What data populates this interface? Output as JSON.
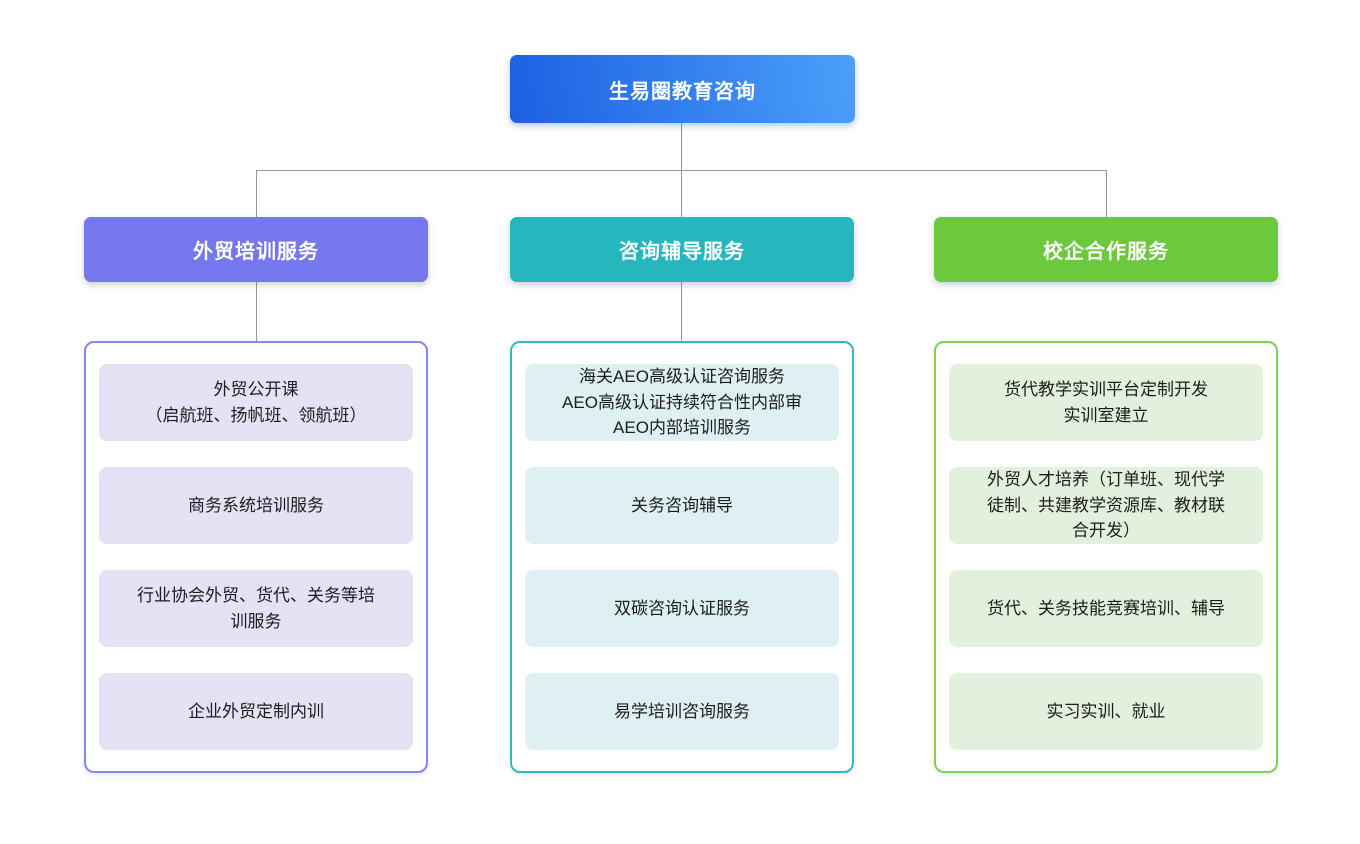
{
  "root": {
    "label": "生易圈教育咨询",
    "gradient_from": "#1d5fe2",
    "gradient_to": "#4aa0fa"
  },
  "connector_color": "#8d9aa6",
  "branches": [
    {
      "label": "外贸培训服务",
      "header_color": "#7577ee",
      "border_color": "#8486f2",
      "item_bg": "#e5e2f6",
      "items": [
        "外贸公开课\n（启航班、扬帆班、领航班）",
        "商务系统培训服务",
        "行业协会外贸、货代、关务等培\n训服务",
        "企业外贸定制内训"
      ]
    },
    {
      "label": "咨询辅导服务",
      "header_color": "#26b6bd",
      "border_color": "#2fbac2",
      "item_bg": "#def0f2",
      "items": [
        "海关AEO高级认证咨询服务\nAEO高级认证持续符合性内部审\nAEO内部培训服务",
        "关务咨询辅导",
        "双碳咨询认证服务",
        "易学培训咨询服务"
      ]
    },
    {
      "label": "校企合作服务",
      "header_color": "#6cc83d",
      "border_color": "#7ed24f",
      "item_bg": "#e2f1dd",
      "items": [
        "货代教学实训平台定制开发\n实训室建立",
        "外贸人才培养（订单班、现代学\n徒制、共建教学资源库、教材联\n合开发）",
        "货代、关务技能竞赛培训、辅导",
        "实习实训、就业"
      ]
    }
  ]
}
